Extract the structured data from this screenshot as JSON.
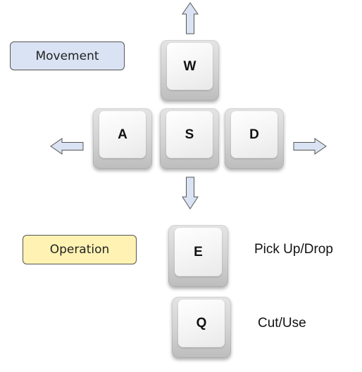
{
  "sections": {
    "movement": {
      "label": "Movement",
      "fill": "#dae3f3"
    },
    "operation": {
      "label": "Operation",
      "fill": "#fff2b3"
    }
  },
  "keys": {
    "w": "W",
    "a": "A",
    "s": "S",
    "d": "D",
    "e": "E",
    "q": "Q"
  },
  "actions": {
    "e": "Pick Up/Drop",
    "q": "Cut/Use"
  },
  "colors": {
    "arrow_fill": "#dae3f3",
    "arrow_stroke": "#555555"
  }
}
